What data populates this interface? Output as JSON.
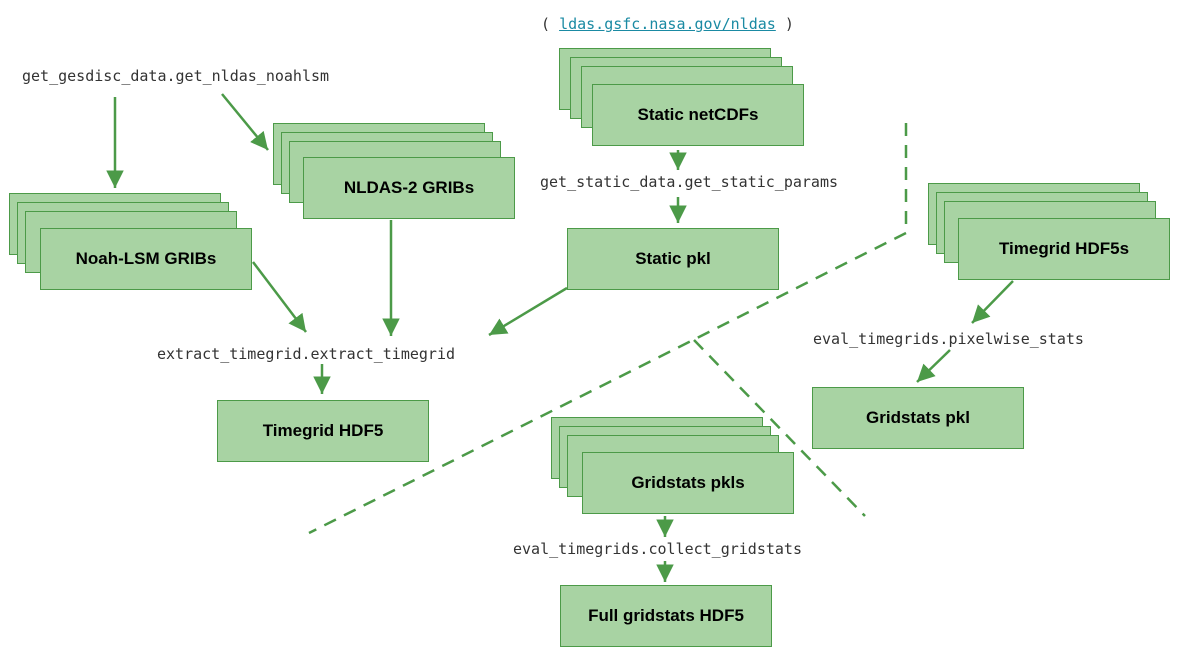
{
  "source": {
    "open": "(",
    "link": "ldas.gsfc.nasa.gov/nldas",
    "close": ")"
  },
  "functions": {
    "get_noahlsm": "get_gesdisc_data.get_nldas_noahlsm",
    "get_static": "get_static_data.get_static_params",
    "extract": "extract_timegrid.extract_timegrid",
    "pixelwise": "eval_timegrids.pixelwise_stats",
    "collect": "eval_timegrids.collect_gridstats"
  },
  "nodes": {
    "static_netcdfs": "Static netCDFs",
    "nldas_gribs": "NLDAS-2 GRIBs",
    "noah_gribs": "Noah-LSM GRIBs",
    "static_pkl": "Static pkl",
    "timegrid_hdf5": "Timegrid HDF5",
    "timegrid_hdf5s": "Timegrid HDF5s",
    "gridstats_pkl": "Gridstats pkl",
    "gridstats_pkls": "Gridstats pkls",
    "full_gridstats": "Full gridstats HDF5"
  },
  "colors": {
    "fill": "#a8d3a3",
    "stroke": "#4c9a48",
    "link": "#1a8aa3"
  }
}
